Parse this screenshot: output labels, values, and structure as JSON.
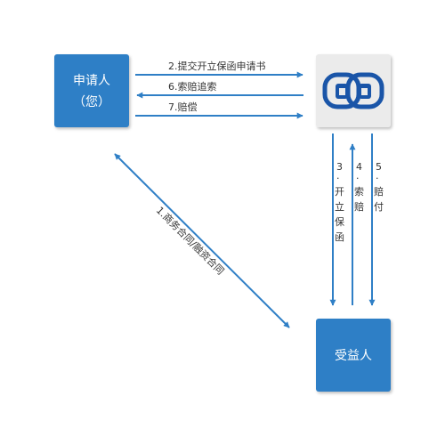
{
  "colors": {
    "box_blue": "#2f7fc6",
    "arrow_blue": "#2f7fc6",
    "bank_box_bg": "#ebebeb",
    "logo_blue": "#1a55a8",
    "text_dark": "#333333"
  },
  "nodes": {
    "applicant": {
      "line1": "申请人",
      "line2": "（您）"
    },
    "bank": {
      "icon": "linked-rings-logo-icon"
    },
    "beneficiary": {
      "label": "受益人"
    }
  },
  "edges": {
    "step1": "1.商务合同/融资合同",
    "step2": "2.提交开立保函申请书",
    "step3": [
      "3",
      "·",
      "开",
      "立",
      "保",
      "函"
    ],
    "step4": [
      "4",
      "·",
      "索",
      "赔"
    ],
    "step5": [
      "5",
      "·",
      "赔",
      "付"
    ],
    "step6": "6.索赔追索",
    "step7": "7.赔偿"
  }
}
